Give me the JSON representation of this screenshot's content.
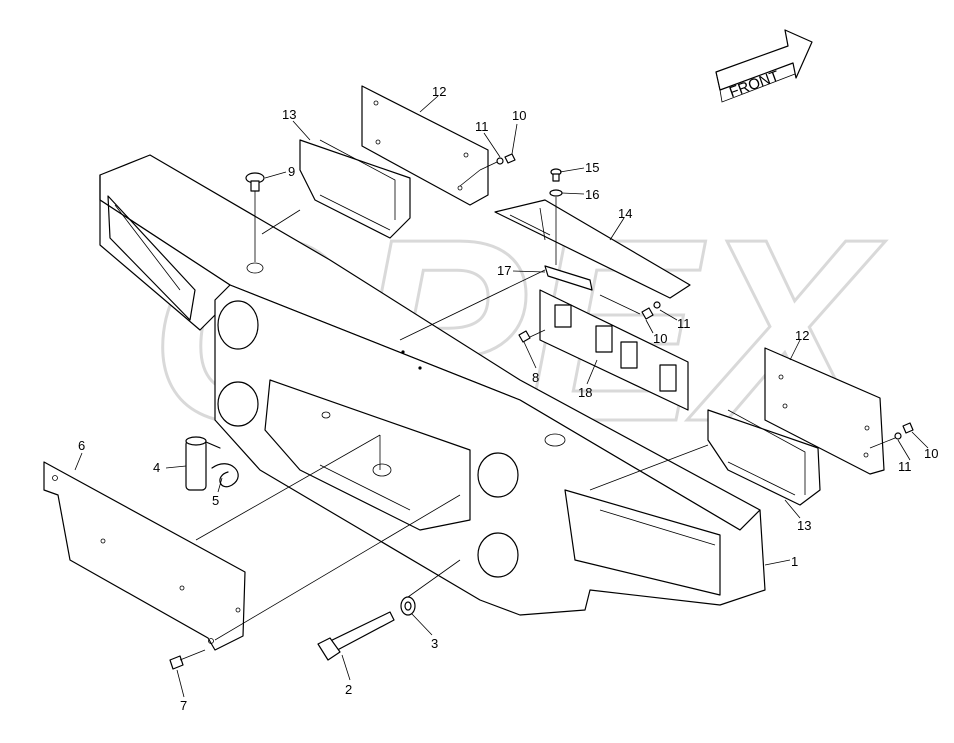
{
  "direction_arrow": {
    "label": "FRONT"
  },
  "watermark": {
    "text": "OPEX"
  },
  "callouts": [
    {
      "id": "c1",
      "label": "1"
    },
    {
      "id": "c2",
      "label": "2"
    },
    {
      "id": "c3",
      "label": "3"
    },
    {
      "id": "c4",
      "label": "4"
    },
    {
      "id": "c5",
      "label": "5"
    },
    {
      "id": "c6",
      "label": "6"
    },
    {
      "id": "c7",
      "label": "7"
    },
    {
      "id": "c8",
      "label": "8"
    },
    {
      "id": "c9",
      "label": "9"
    },
    {
      "id": "c10a",
      "label": "10"
    },
    {
      "id": "c10b",
      "label": "10"
    },
    {
      "id": "c10c",
      "label": "10"
    },
    {
      "id": "c11a",
      "label": "11"
    },
    {
      "id": "c11b",
      "label": "11"
    },
    {
      "id": "c11c",
      "label": "11"
    },
    {
      "id": "c12a",
      "label": "12"
    },
    {
      "id": "c12b",
      "label": "12"
    },
    {
      "id": "c13a",
      "label": "13"
    },
    {
      "id": "c13b",
      "label": "13"
    },
    {
      "id": "c14",
      "label": "14"
    },
    {
      "id": "c15",
      "label": "15"
    },
    {
      "id": "c16",
      "label": "16"
    },
    {
      "id": "c17",
      "label": "17"
    },
    {
      "id": "c18",
      "label": "18"
    }
  ]
}
